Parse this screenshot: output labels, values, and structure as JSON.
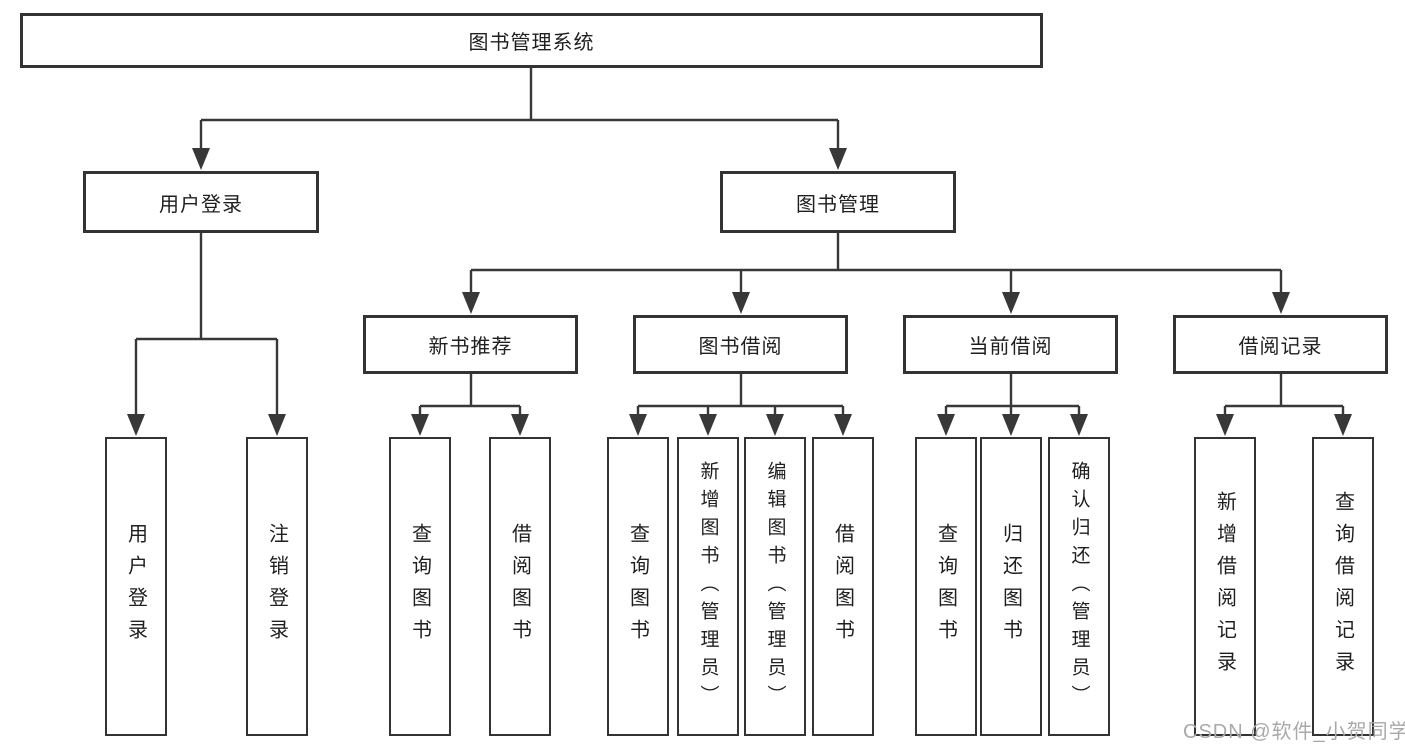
{
  "colors": {
    "background": "#ffffff",
    "box_border": "#333333",
    "connector": "#383838",
    "text": "#1f1f1f",
    "watermark": "#a9a9a9"
  },
  "watermark": {
    "text": "CSDN @软件_小贺同学"
  },
  "diagram": {
    "type": "hierarchy-tree",
    "root": {
      "label": "图书管理系统",
      "children": [
        {
          "label": "用户登录",
          "children": [
            {
              "label": "用户登录"
            },
            {
              "label": "注销登录"
            }
          ]
        },
        {
          "label": "图书管理",
          "children": [
            {
              "label": "新书推荐",
              "children": [
                {
                  "label": "查询图书"
                },
                {
                  "label": "借阅图书"
                }
              ]
            },
            {
              "label": "图书借阅",
              "children": [
                {
                  "label": "查询图书"
                },
                {
                  "label": "新增图书（管理员）"
                },
                {
                  "label": "编辑图书（管理员）"
                },
                {
                  "label": "借阅图书"
                }
              ]
            },
            {
              "label": "当前借阅",
              "children": [
                {
                  "label": "查询图书"
                },
                {
                  "label": "归还图书"
                },
                {
                  "label": "确认归还（管理员）"
                }
              ]
            },
            {
              "label": "借阅记录",
              "children": [
                {
                  "label": "新增借阅记录"
                },
                {
                  "label": "查询借阅记录"
                }
              ]
            }
          ]
        }
      ]
    }
  }
}
